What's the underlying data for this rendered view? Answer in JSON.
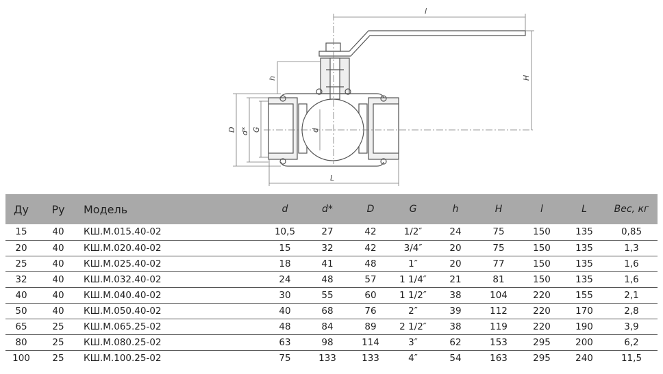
{
  "drawing": {
    "labels": {
      "l_top": "l",
      "H": "H",
      "h": "h",
      "D": "D",
      "d_star": "d*",
      "G": "G",
      "d": "d",
      "L": "L"
    }
  },
  "table": {
    "headers": [
      "Ду",
      "Ру",
      "Модель",
      "d",
      "d*",
      "D",
      "G",
      "h",
      "H",
      "l",
      "L",
      "Вес, кг"
    ],
    "rows": [
      [
        "15",
        "40",
        "КШ.М.015.40-02",
        "10,5",
        "27",
        "42",
        "1/2″",
        "24",
        "75",
        "150",
        "135",
        "0,85"
      ],
      [
        "20",
        "40",
        "КШ.М.020.40-02",
        "15",
        "32",
        "42",
        "3/4″",
        "20",
        "75",
        "150",
        "135",
        "1,3"
      ],
      [
        "25",
        "40",
        "КШ.М.025.40-02",
        "18",
        "41",
        "48",
        "1″",
        "20",
        "77",
        "150",
        "135",
        "1,6"
      ],
      [
        "32",
        "40",
        "КШ.М.032.40-02",
        "24",
        "48",
        "57",
        "1 1/4″",
        "21",
        "81",
        "150",
        "135",
        "1,6"
      ],
      [
        "40",
        "40",
        "КШ.М.040.40-02",
        "30",
        "55",
        "60",
        "1 1/2″",
        "38",
        "104",
        "220",
        "155",
        "2,1"
      ],
      [
        "50",
        "40",
        "КШ.М.050.40-02",
        "40",
        "68",
        "76",
        "2″",
        "39",
        "112",
        "220",
        "170",
        "2,8"
      ],
      [
        "65",
        "25",
        "КШ.М.065.25-02",
        "48",
        "84",
        "89",
        "2 1/2″",
        "38",
        "119",
        "220",
        "190",
        "3,9"
      ],
      [
        "80",
        "25",
        "КШ.М.080.25-02",
        "63",
        "98",
        "114",
        "3″",
        "62",
        "153",
        "295",
        "200",
        "6,2"
      ],
      [
        "100",
        "25",
        "КШ.М.100.25-02",
        "75",
        "133",
        "133",
        "4″",
        "54",
        "163",
        "295",
        "240",
        "11,5"
      ]
    ]
  }
}
